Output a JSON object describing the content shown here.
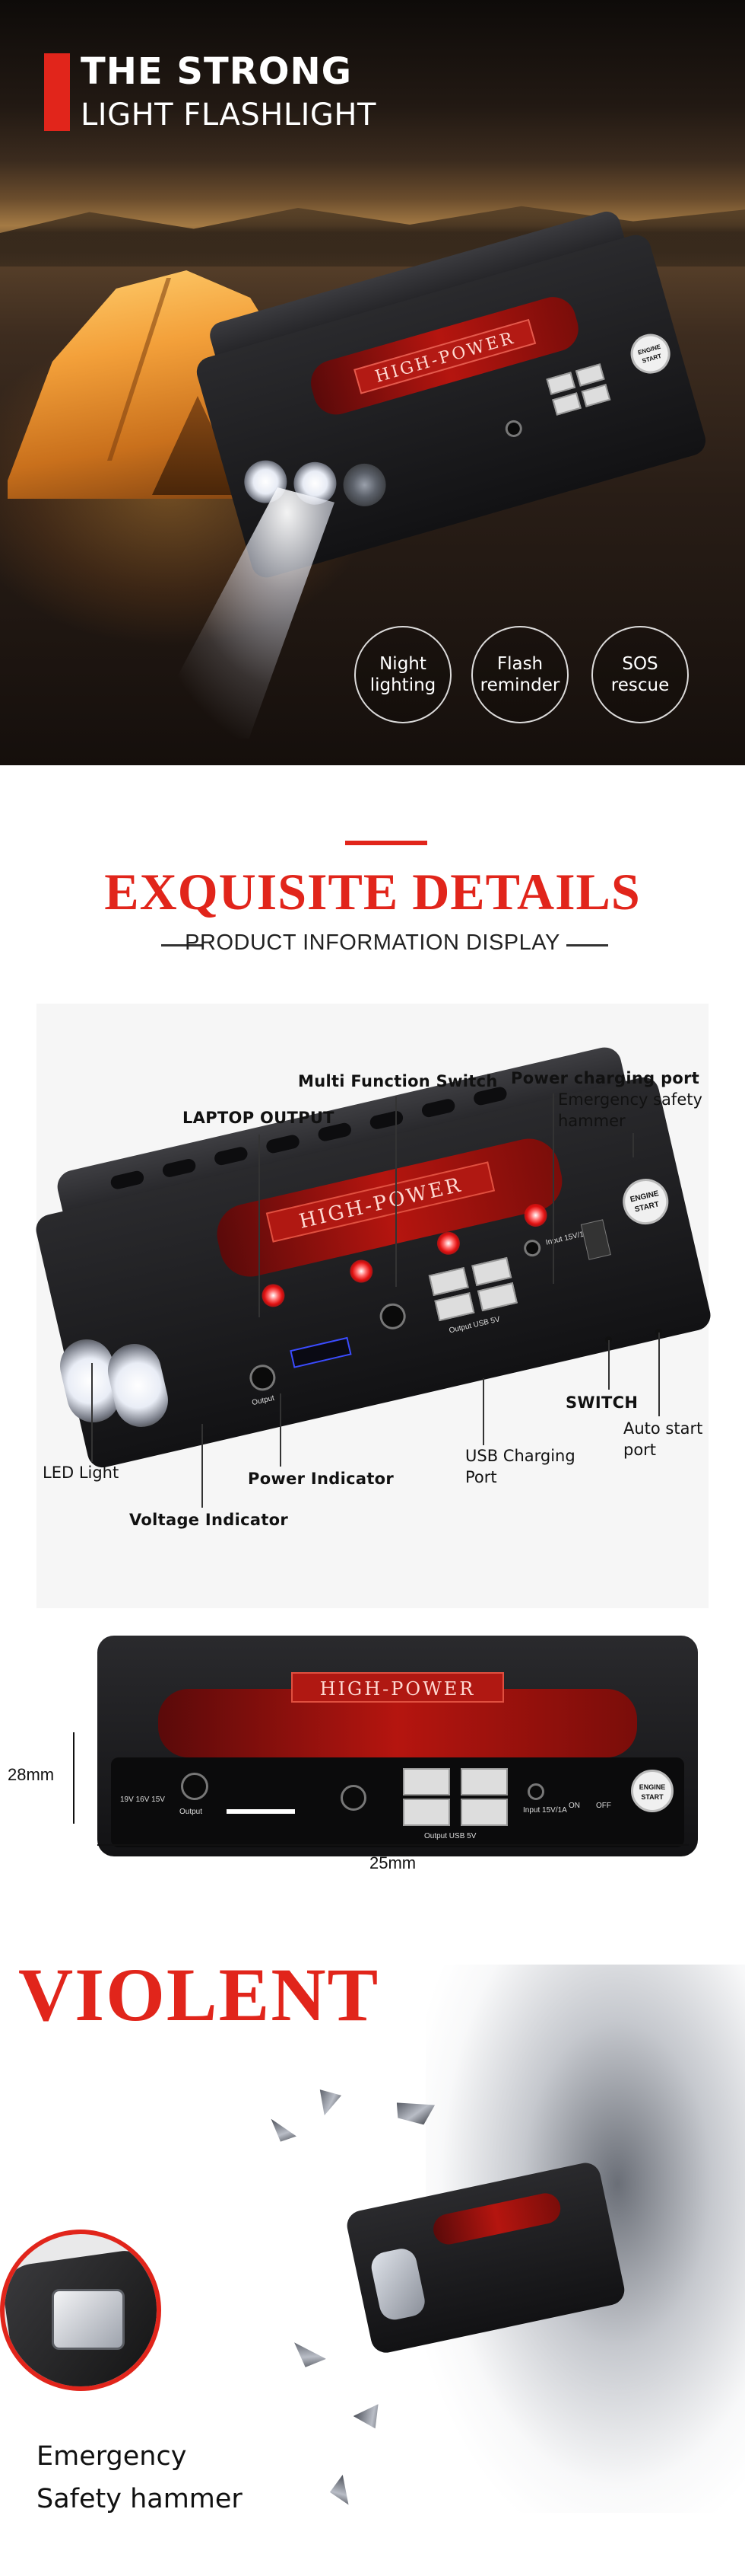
{
  "hero": {
    "title": "THE STRONG",
    "subtitle": "LIGHT FLASHLIGHT",
    "features": [
      {
        "line1": "Night",
        "line2": "lighting"
      },
      {
        "line1": "Flash",
        "line2": "reminder"
      },
      {
        "line1": "SOS",
        "line2": "rescue"
      }
    ]
  },
  "device": {
    "brand_label": "HIGH-POWER",
    "engine_badge": "ENGINE START",
    "output_text": "Output",
    "usb_output_text": "Output USB 5V",
    "input_text": "Input 15V/1A",
    "on_text": "ON",
    "off_text": "OFF",
    "voltage_text": "19V 16V 15V"
  },
  "details": {
    "title": "EXQUISITE DETAILS",
    "subtitle": "PRODUCT INFORMATION DISPLAY"
  },
  "callouts": {
    "multi_function_switch": "Multi Function Switch",
    "power_charging_port": "Power charging port",
    "emergency_hammer_line1": "Emergency safety",
    "emergency_hammer_line2": "hammer",
    "laptop_output": "LAPTOP OUTPUT",
    "switch": "SWITCH",
    "led_light": "LED Light",
    "power_indicator": "Power Indicator",
    "usb_port_line1": "USB Charging",
    "usb_port_line2": "Port",
    "auto_start_line1": "Auto start",
    "auto_start_line2": "port",
    "voltage_indicator": "Voltage Indicator"
  },
  "dimensions": {
    "height": "28mm",
    "width": "25mm"
  },
  "violent": {
    "title": "VIOLENT",
    "caption_line1": "Emergency",
    "caption_line2": "Safety hammer"
  },
  "colors": {
    "accent_red": "#e1251b",
    "device_dark": "#1a1a1c",
    "band_red": "#b5150f"
  }
}
